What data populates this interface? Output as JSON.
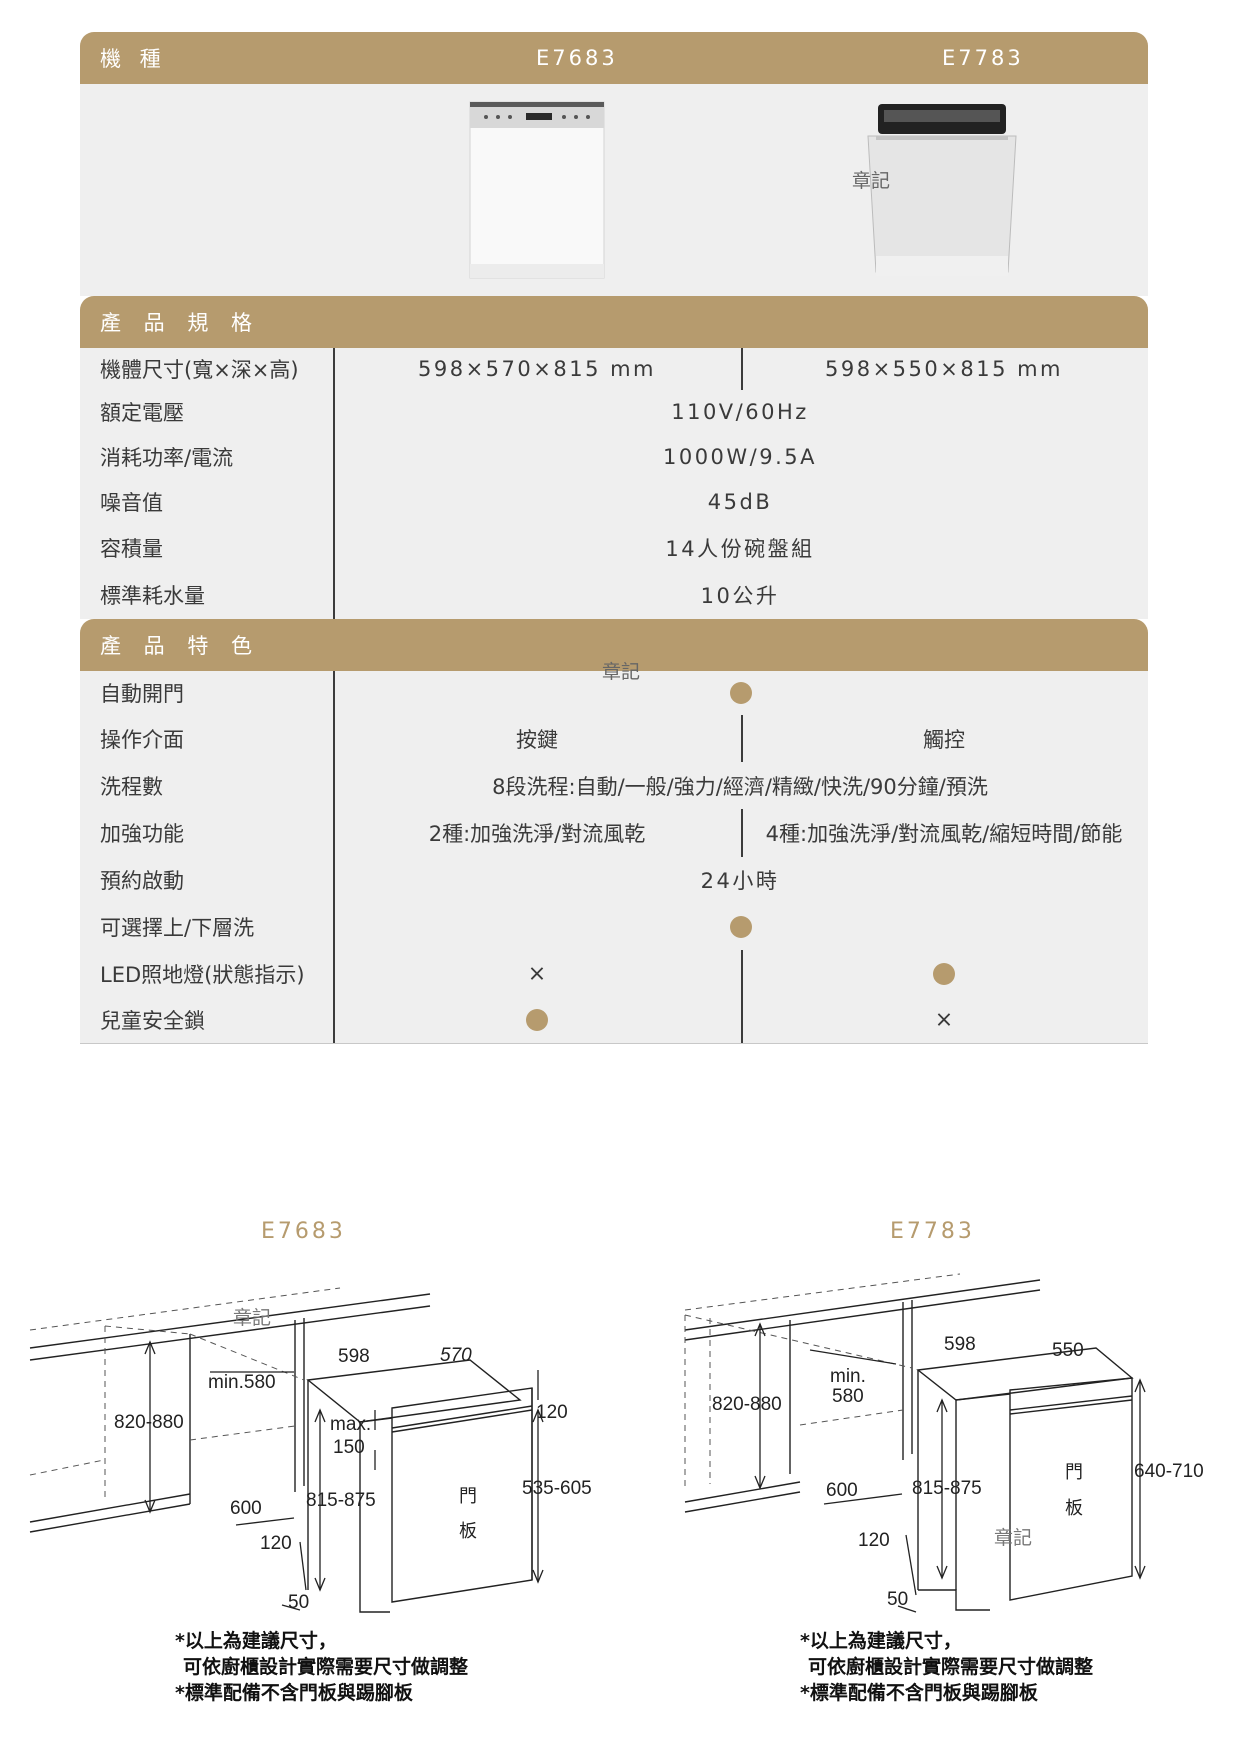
{
  "header": {
    "label": "機 種",
    "model_a": "E7683",
    "model_b": "E7783"
  },
  "stamp": "章記",
  "specs": {
    "title": "產 品 規 格",
    "rows": [
      {
        "label": "機體尺寸(寬×深×高)",
        "a": "598×570×815 mm",
        "b": "598×550×815 mm"
      },
      {
        "label": "額定電壓",
        "value": "110V/60Hz"
      },
      {
        "label": "消耗功率/電流",
        "value": "1000W/9.5A"
      },
      {
        "label": "噪音值",
        "value": "45dB"
      },
      {
        "label": "容積量",
        "value": "14人份碗盤組"
      },
      {
        "label": "標準耗水量",
        "value": "10公升"
      }
    ]
  },
  "features": {
    "title": "產 品 特 色",
    "rows": [
      {
        "label": "自動開門",
        "value": "●"
      },
      {
        "label": "操作介面",
        "a": "按鍵",
        "b": "觸控"
      },
      {
        "label": "洗程數",
        "value": "8段洗程:自動/一般/強力/經濟/精緻/快洗/90分鐘/預洗"
      },
      {
        "label": "加強功能",
        "a": "2種:加強洗淨/對流風乾",
        "b": "4種:加強洗淨/對流風乾/縮短時間/節能"
      },
      {
        "label": "預約啟動",
        "value": "24小時"
      },
      {
        "label": "可選擇上/下層洗",
        "value": "●"
      },
      {
        "label": "LED照地燈(狀態指示)",
        "a": "×",
        "b": "●"
      },
      {
        "label": "兒童安全鎖",
        "a": "●",
        "b": "×"
      }
    ]
  },
  "diagram_a": {
    "title": "E7683",
    "dims": {
      "d598": "598",
      "d570": "570",
      "d120": "120",
      "minw": "min.580",
      "h820": "820-880",
      "max": "max.",
      "m150": "150",
      "d600": "600",
      "h815": "815-875",
      "d120b": "120",
      "d50": "50",
      "h535": "535-605"
    },
    "door_1": "門",
    "door_2": "板"
  },
  "diagram_b": {
    "title": "E7783",
    "dims": {
      "d598": "598",
      "d550": "550",
      "min": "min.",
      "m580": "580",
      "h820": "820-880",
      "d600": "600",
      "h815": "815-875",
      "h640": "640-710",
      "d120": "120",
      "d50": "50"
    },
    "door_1": "門",
    "door_2": "板"
  },
  "notes": [
    "*以上為建議尺寸，",
    " 可依廚櫃設計實際需要尺寸做調整",
    "*標準配備不含門板與踢腳板"
  ],
  "colors": {
    "gold": "#b69b6e",
    "band": "#efefef",
    "line": "#3b3b3b"
  },
  "icons": {
    "dot": "filled-circle",
    "cross": "x-mark"
  }
}
